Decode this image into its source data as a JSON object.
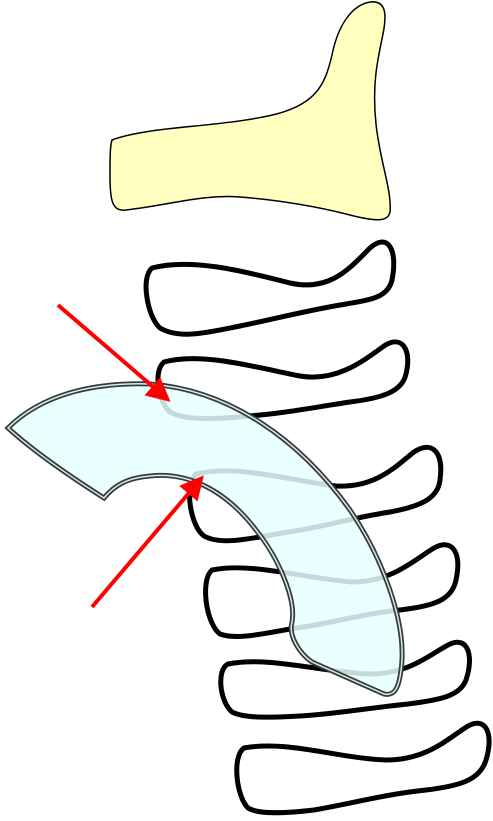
{
  "diagram": {
    "elements": [
      {
        "name": "top-yellow-shape",
        "shape": "blob"
      },
      {
        "name": "spine-block-1",
        "shape": "rounded-outline"
      },
      {
        "name": "spine-block-2",
        "shape": "rounded-outline"
      },
      {
        "name": "spine-block-3",
        "shape": "rounded-outline"
      },
      {
        "name": "spine-block-4",
        "shape": "rounded-outline"
      },
      {
        "name": "spine-block-5",
        "shape": "rounded-outline"
      },
      {
        "name": "spine-block-6",
        "shape": "rounded-outline"
      },
      {
        "name": "curved-band",
        "shape": "arc-band"
      },
      {
        "name": "arrow-upper",
        "shape": "arrow"
      },
      {
        "name": "arrow-lower",
        "shape": "arrow"
      }
    ]
  },
  "colors": {
    "background": "#ffffff",
    "yellow_fill": "#ffffc0",
    "band_fill": "#e6ffff",
    "band_stroke": "#3a3a3a",
    "block_stroke": "#000000",
    "arrow": "#ff0000"
  }
}
